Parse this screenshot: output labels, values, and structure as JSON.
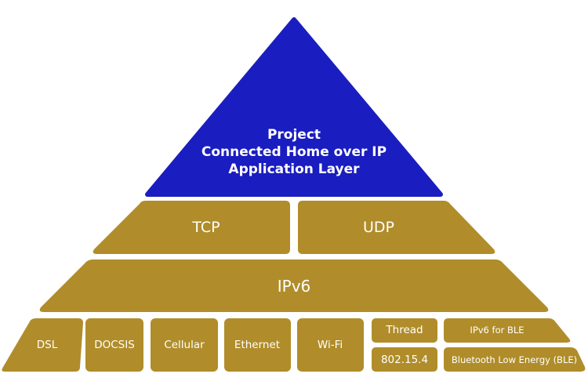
{
  "colors": {
    "apex": "#1a1dbf",
    "layer": "#b08d2a",
    "text": "#ffffff"
  },
  "application_layer": {
    "lines": [
      "Project",
      "Connected Home over IP",
      "Application Layer"
    ]
  },
  "transport_layer": {
    "left": "TCP",
    "right": "UDP"
  },
  "network_layer": {
    "label": "IPv6"
  },
  "link_layer": {
    "dsl": "DSL",
    "docsis": "DOCSIS",
    "cellular": "Cellular",
    "ethernet": "Ethernet",
    "wifi": "Wi-Fi",
    "thread": "Thread",
    "ipv6_ble": "IPv6 for BLE",
    "ieee": "802.15.4",
    "ble": "Bluetooth Low Energy (BLE)"
  }
}
